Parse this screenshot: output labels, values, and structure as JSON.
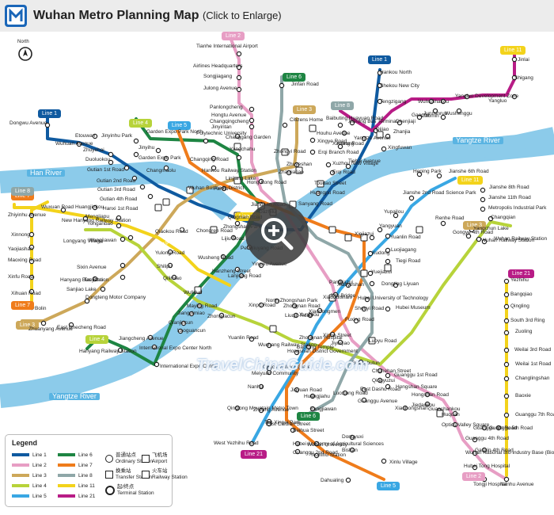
{
  "header": {
    "title": "Wuhan Metro Planning Map",
    "subtitle": "(Click to Enlarge)"
  },
  "compass": {
    "label": "North"
  },
  "rivers": {
    "han": "Han River",
    "yangtze_top": "Yangtze River",
    "yangtze_bottom": "Yangtze River",
    "han_mid": "Han River"
  },
  "watermark": "TravelChinaGuide.com",
  "lines": [
    {
      "id": "1",
      "name": "Line 1",
      "color": "#0f5aa0"
    },
    {
      "id": "2",
      "name": "Line 2",
      "color": "#e79ec4"
    },
    {
      "id": "3",
      "name": "Line 3",
      "color": "#cda85a"
    },
    {
      "id": "4",
      "name": "Line 4",
      "color": "#b7d33a"
    },
    {
      "id": "5",
      "name": "Line 5",
      "color": "#39a7e3"
    },
    {
      "id": "6",
      "name": "Line 6",
      "color": "#1e8543"
    },
    {
      "id": "7",
      "name": "Line 7",
      "color": "#ef7c1b"
    },
    {
      "id": "8",
      "name": "Line 8",
      "color": "#8fa7a8"
    },
    {
      "id": "11",
      "name": "Line 11",
      "color": "#f3d31b"
    },
    {
      "id": "21",
      "name": "Line 21",
      "color": "#b81c86"
    }
  ],
  "line_badges": [
    {
      "text": "Line 1",
      "color": "#0f5aa0"
    },
    {
      "text": "Line 1",
      "color": "#0f5aa0"
    },
    {
      "text": "Line 2",
      "color": "#e79ec4"
    },
    {
      "text": "Line 2",
      "color": "#e79ec4"
    },
    {
      "text": "Line 3",
      "color": "#cda85a"
    },
    {
      "text": "Line 3",
      "color": "#cda85a"
    },
    {
      "text": "Line 4",
      "color": "#b7d33a"
    },
    {
      "text": "Line 4",
      "color": "#b7d33a"
    },
    {
      "text": "Line 5",
      "color": "#39a7e3"
    },
    {
      "text": "Line 5",
      "color": "#39a7e3"
    },
    {
      "text": "Line 6",
      "color": "#1e8543"
    },
    {
      "text": "Line 6",
      "color": "#1e8543"
    },
    {
      "text": "Line 7",
      "color": "#ef7c1b"
    },
    {
      "text": "Line 7",
      "color": "#ef7c1b"
    },
    {
      "text": "Line 8",
      "color": "#8fa7a8"
    },
    {
      "text": "Line 8",
      "color": "#8fa7a8"
    },
    {
      "text": "Line 11",
      "color": "#f3d31b"
    },
    {
      "text": "Line 11",
      "color": "#f3d31b"
    },
    {
      "text": "Line 11",
      "color": "#f3d31b"
    },
    {
      "text": "Line 21",
      "color": "#b81c86"
    },
    {
      "text": "Line 21",
      "color": "#b81c86"
    },
    {
      "text": "Line 3",
      "color": "#cda85a"
    }
  ],
  "stations": [
    "Tianhe International Airport",
    "Airlines Headquarters",
    "Songjiagang",
    "Julong Avenue",
    "Panlongcheng",
    "Hongtu Avenue",
    "Changqingcheng",
    "Jinyintan",
    "Changgang Garden",
    "Yangchahu",
    "Hankou North",
    "Shekou New City",
    "Tengzigang",
    "Dongwu Avenue",
    "Wuhuan Avenue",
    "Etouwan",
    "Zhuyehai",
    "Duoluokou",
    "Jinyinhu Park",
    "Jinyihu",
    "Garden Expo Park North",
    "Garden Expo Park",
    "Changmaolu",
    "Polytechnic University",
    "Changqing Road",
    "Jinfan Road",
    "Citizens Home",
    "Houhu Avenue",
    "Xingye Road",
    "Erqi Branch Road",
    "Erqi Road",
    "Zhongyi Road",
    "Hankou Railway Station",
    "Gutian 1st Road",
    "Gutian 2nd Road",
    "Gutian 3rd Road",
    "Gutian 4th Road",
    "Hanxi 1st Road",
    "Wuhan Business District",
    "Fanhu",
    "Linjiang Lake",
    "Hong Kong Road",
    "Zhongshan Park",
    "Qiaokou Road",
    "Chongren Road",
    "Qingnian Road",
    "Jianghan Road",
    "Dazhilu",
    "Sanyang Road",
    "Toudao Street",
    "Huangpu Road",
    "Xinrong",
    "Baibuting Huayuan Road",
    "Xinrong Bus Terminal",
    "Dijiao",
    "Zhanjia",
    "Xingfuwan",
    "Chenjiaji",
    "Gaoche",
    "Wuhu",
    "Shakou",
    "Yangluo Development Zone",
    "Yangluo",
    "Jinlai",
    "Shigang",
    "Junminrun",
    "Wushenggu",
    "Gaomin",
    "Yangtze Avenue",
    "Xinrong Road",
    "Tiehai Avenue",
    "Xuzhou New Village",
    "Zhuyeshan",
    "Zhaojiatiao",
    "Heping Park",
    "Jianshe 6th Road",
    "Jianshe 2nd Road Science Park",
    "Jianshe 8th Road",
    "Jianshe 11th Road",
    "Metropolis Industrial Park",
    "Changqian",
    "Yupailou",
    "Renhe Road",
    "Gongye 4th Road",
    "Yangchun Lake",
    "Wuhan Railway Station",
    "Yangyuan",
    "Yuanlin Road",
    "Luojiagang",
    "Tiegi Road",
    "Xiejiazui",
    "Xudong",
    "Yuejiazui",
    "Liyuan",
    "Dongting",
    "Hubei Museum",
    "Wuhan Railway Station",
    "Huangjinkou",
    "New Hanyang Railway Station",
    "Mengjiapu",
    "Yonganbao",
    "Wuxuan Road",
    "Zhiyinhu Avenue",
    "Xinnong",
    "Yaojiashan",
    "Maoxing Road",
    "Xinfu Road",
    "Xihuan Road",
    "Bolin",
    "Zhuanyang Avenue",
    "East Checheng Road",
    "Dongteng Motor Company",
    "Hanyang Bus Station",
    "Sanjiao Lake",
    "Taojiahu",
    "Sixin Avenue",
    "Longyang Village",
    "Wangjiawan",
    "Yulong Road",
    "Shilipu",
    "Qilimiao",
    "Wulidun",
    "Hanyang Railway Station",
    "Jiangcheng Avenue",
    "International Expo Center North",
    "International Expo Center",
    "Laoguancun",
    "Qianjincun",
    "Jiangpimiao",
    "Maying Road",
    "Zhongjiacun",
    "Lanjiang Road",
    "Xinpo Road",
    "Yingwu Avenue",
    "Pengliuyang Road",
    "Hanzheng Street",
    "Wusheng Road",
    "Lijiu Road",
    "North Zhongshan Park",
    "Liuqin Road",
    "Xunlidou",
    "Xiaodongmen",
    "Xiaoguishan",
    "Xiaoyeshan",
    "Pangjiazui",
    "Jiyu Bridge",
    "Xinhe Street",
    "Jiyuqiao",
    "Zhongnan Road",
    "Zhongnan Hospital",
    "Baotong Temple",
    "Yuanlin Road",
    "Wuchang Railway Station",
    "Meiyuan Community",
    "Fuxing Road",
    "Shouyi Road",
    "Hubei University of Technology",
    "Hongshan Square",
    "Chuhehan Street",
    "Qingyuzui",
    "Luoyu Road",
    "Guangbutun",
    "Hongshan Road",
    "Jiedaokou",
    "Xiaohongshan",
    "Guanshankou",
    "Huquan",
    "Optics Valley Square",
    "Luoxiong Road",
    "Guanggu Avenue",
    "Jiayuan Road",
    "Huangjiahu",
    "Yangjiawan",
    "Hongshan District Government",
    "Nanhu",
    "Hubei Academy of Agricultural Sciences",
    "Wuhan University",
    "Dongyuxi",
    "Bishan",
    "Xinlu Village",
    "Dahualing",
    "Beihua Street",
    "Tan Xinpei Park",
    "Zhifang Avenue",
    "Qinglong Mountain Metro Town",
    "West Yezhihu Road",
    "Yezhihu",
    "Bangqiao",
    "Qingling",
    "South 3rd Ring",
    "Zuoling",
    "Weilai 3rd Road",
    "Weilai 1st Road",
    "Changlingshan",
    "Baoxie",
    "Guanggu 7th Road",
    "Guanggu 6th Road",
    "Guanggu 5th Road",
    "Guanggu 4th Road",
    "Wuhan National Bio-industry Base (Biolake)",
    "Hubei Tong Hospital",
    "Tongji Hospital",
    "Nanhu Avenue",
    "East Dashu Road",
    "Gaoxin 4th Road",
    "East Caidian Street",
    "Guanggu 1st Road",
    "Optics Valley Square",
    "Guanggu 2nd Road",
    "Yezhihu Station",
    "Huquan",
    "Shouyi Road",
    "Xinlu",
    "Dahualing"
  ],
  "legend": {
    "title": "Legend",
    "lines": [
      "Line 1",
      "Line 2",
      "Line 3",
      "Line 4",
      "Line 5",
      "Line 6",
      "Line 7",
      "Line 8",
      "Line 11",
      "Line 21"
    ],
    "colors": [
      "#0f5aa0",
      "#e79ec4",
      "#cda85a",
      "#b7d33a",
      "#39a7e3",
      "#1e8543",
      "#ef7c1b",
      "#8fa7a8",
      "#f3d31b",
      "#b81c86"
    ],
    "symbols": [
      {
        "icon": "ordinary-station-icon",
        "label_cn": "普通站点",
        "label": "Ordinary Station"
      },
      {
        "icon": "transfer-station-icon",
        "label_cn": "换乘站",
        "label": "Transfer Station"
      },
      {
        "icon": "terminal-station-icon",
        "label_cn": "起/终点",
        "label": "Terminal Station"
      },
      {
        "icon": "airport-icon",
        "label_cn": "飞机场",
        "label": "Airport"
      },
      {
        "icon": "railway-station-icon",
        "label_cn": "火车站",
        "label": "Railway Station"
      }
    ]
  }
}
